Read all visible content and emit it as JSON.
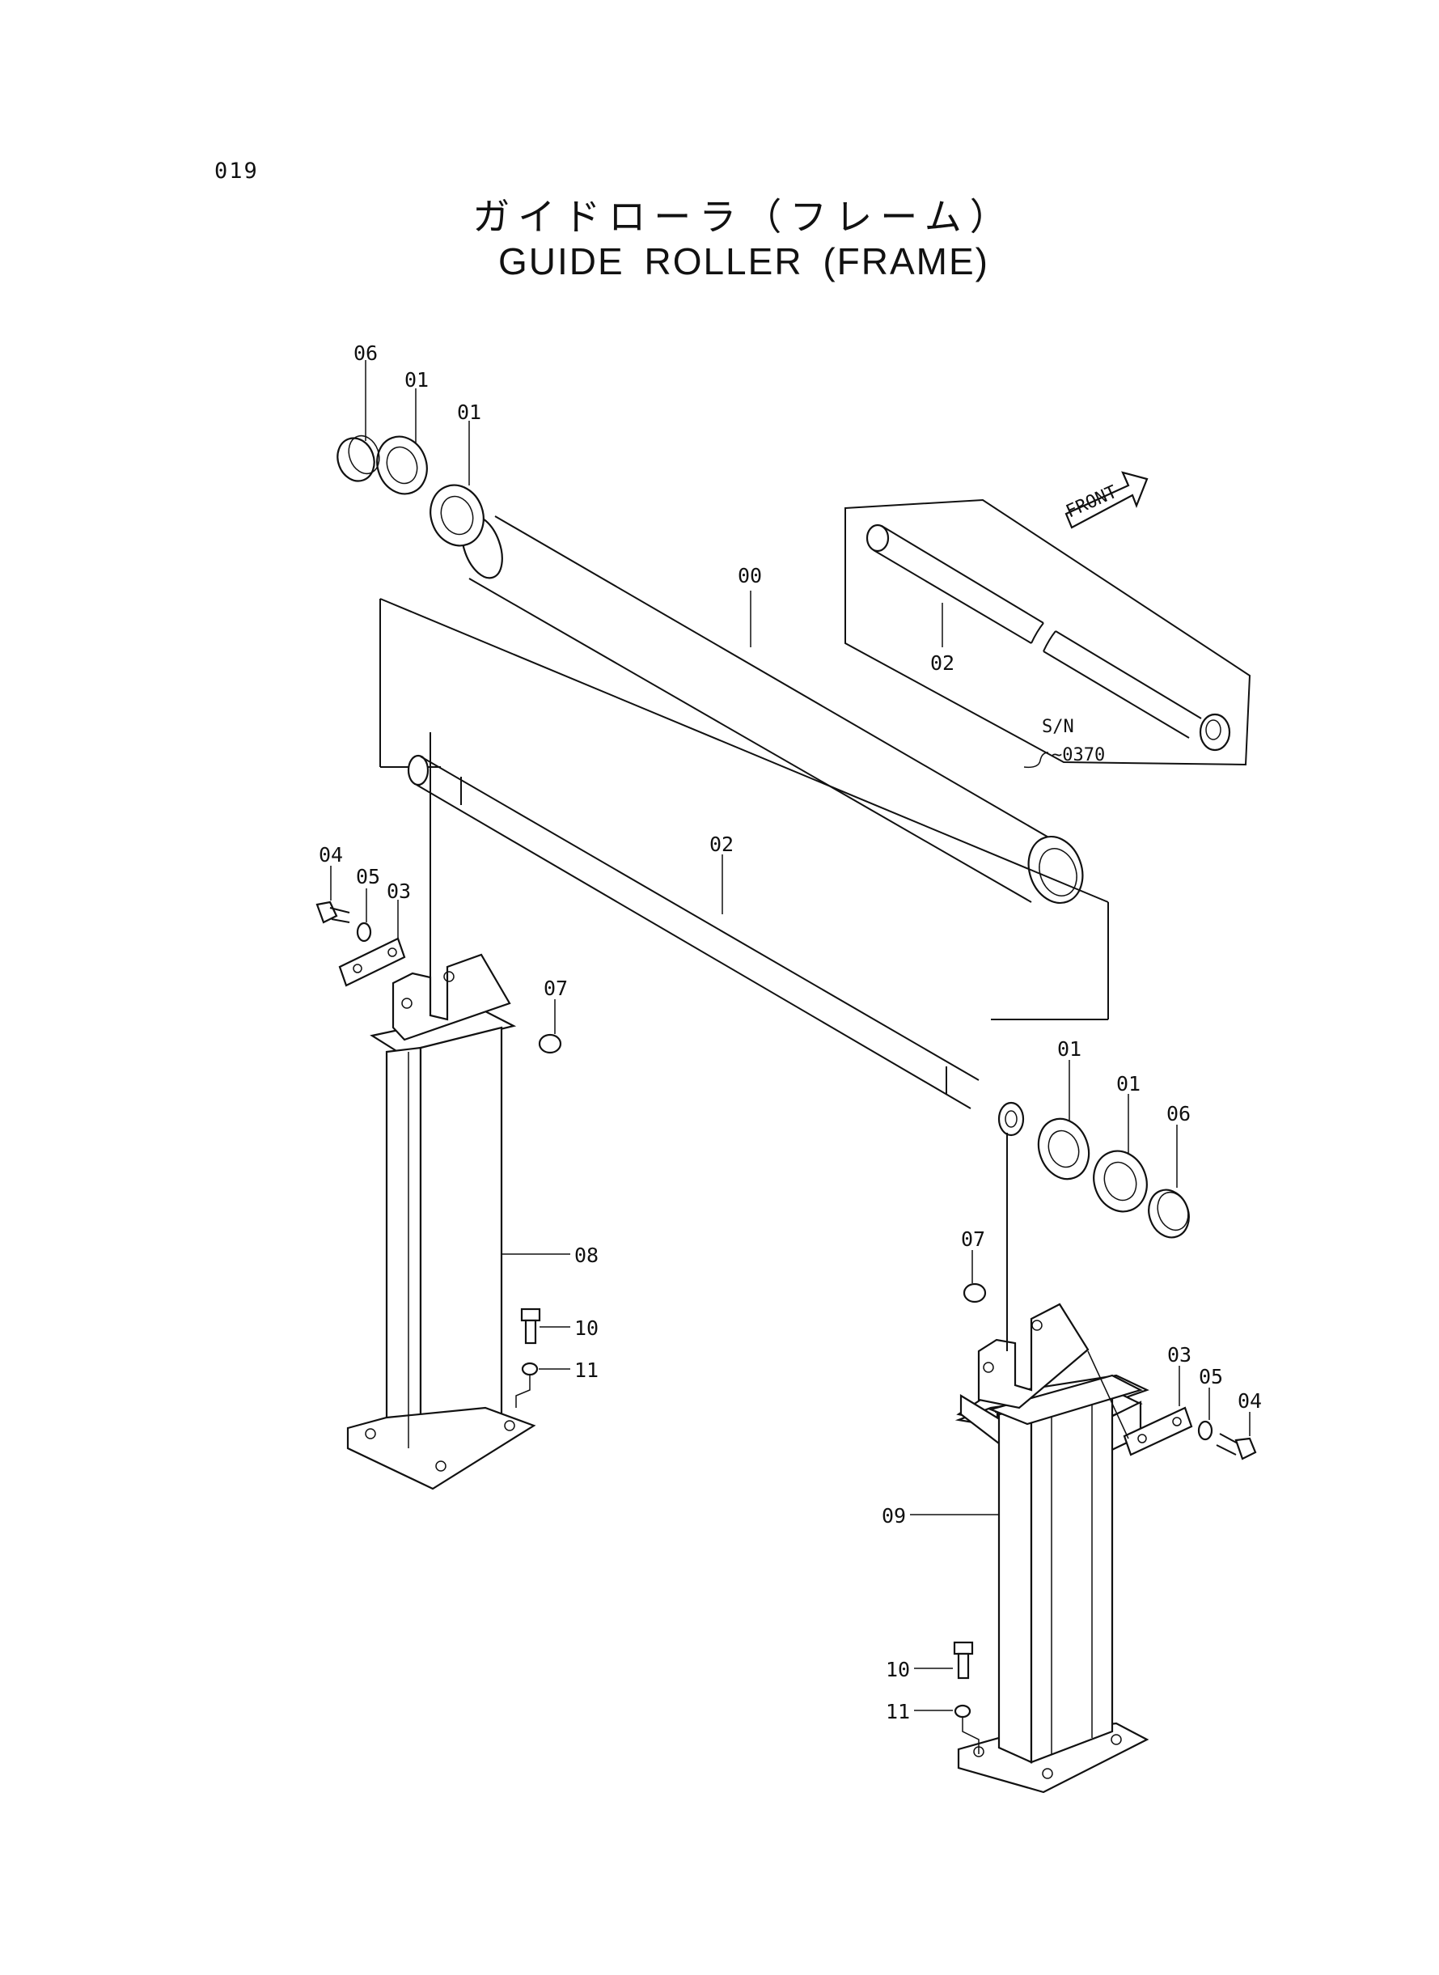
{
  "page_number": "019",
  "title_jp": "ガイドローラ（フレーム）",
  "title_en": "GUIDE ROLLER (FRAME)",
  "front_arrow_label": "FRONT",
  "serial_note": {
    "line1": "S/N",
    "line2": "~0370"
  },
  "callouts": {
    "c00": "00",
    "c01a": "01",
    "c01b": "01",
    "c01c": "01",
    "c01d": "01",
    "c02_main": "02",
    "c02_inset": "02",
    "c03a": "03",
    "c03b": "03",
    "c04a": "04",
    "c04b": "04",
    "c05a": "05",
    "c05b": "05",
    "c06a": "06",
    "c06b": "06",
    "c07a": "07",
    "c07b": "07",
    "c08": "08",
    "c09": "09",
    "c10a": "10",
    "c10b": "10",
    "c11a": "11",
    "c11b": "11"
  }
}
